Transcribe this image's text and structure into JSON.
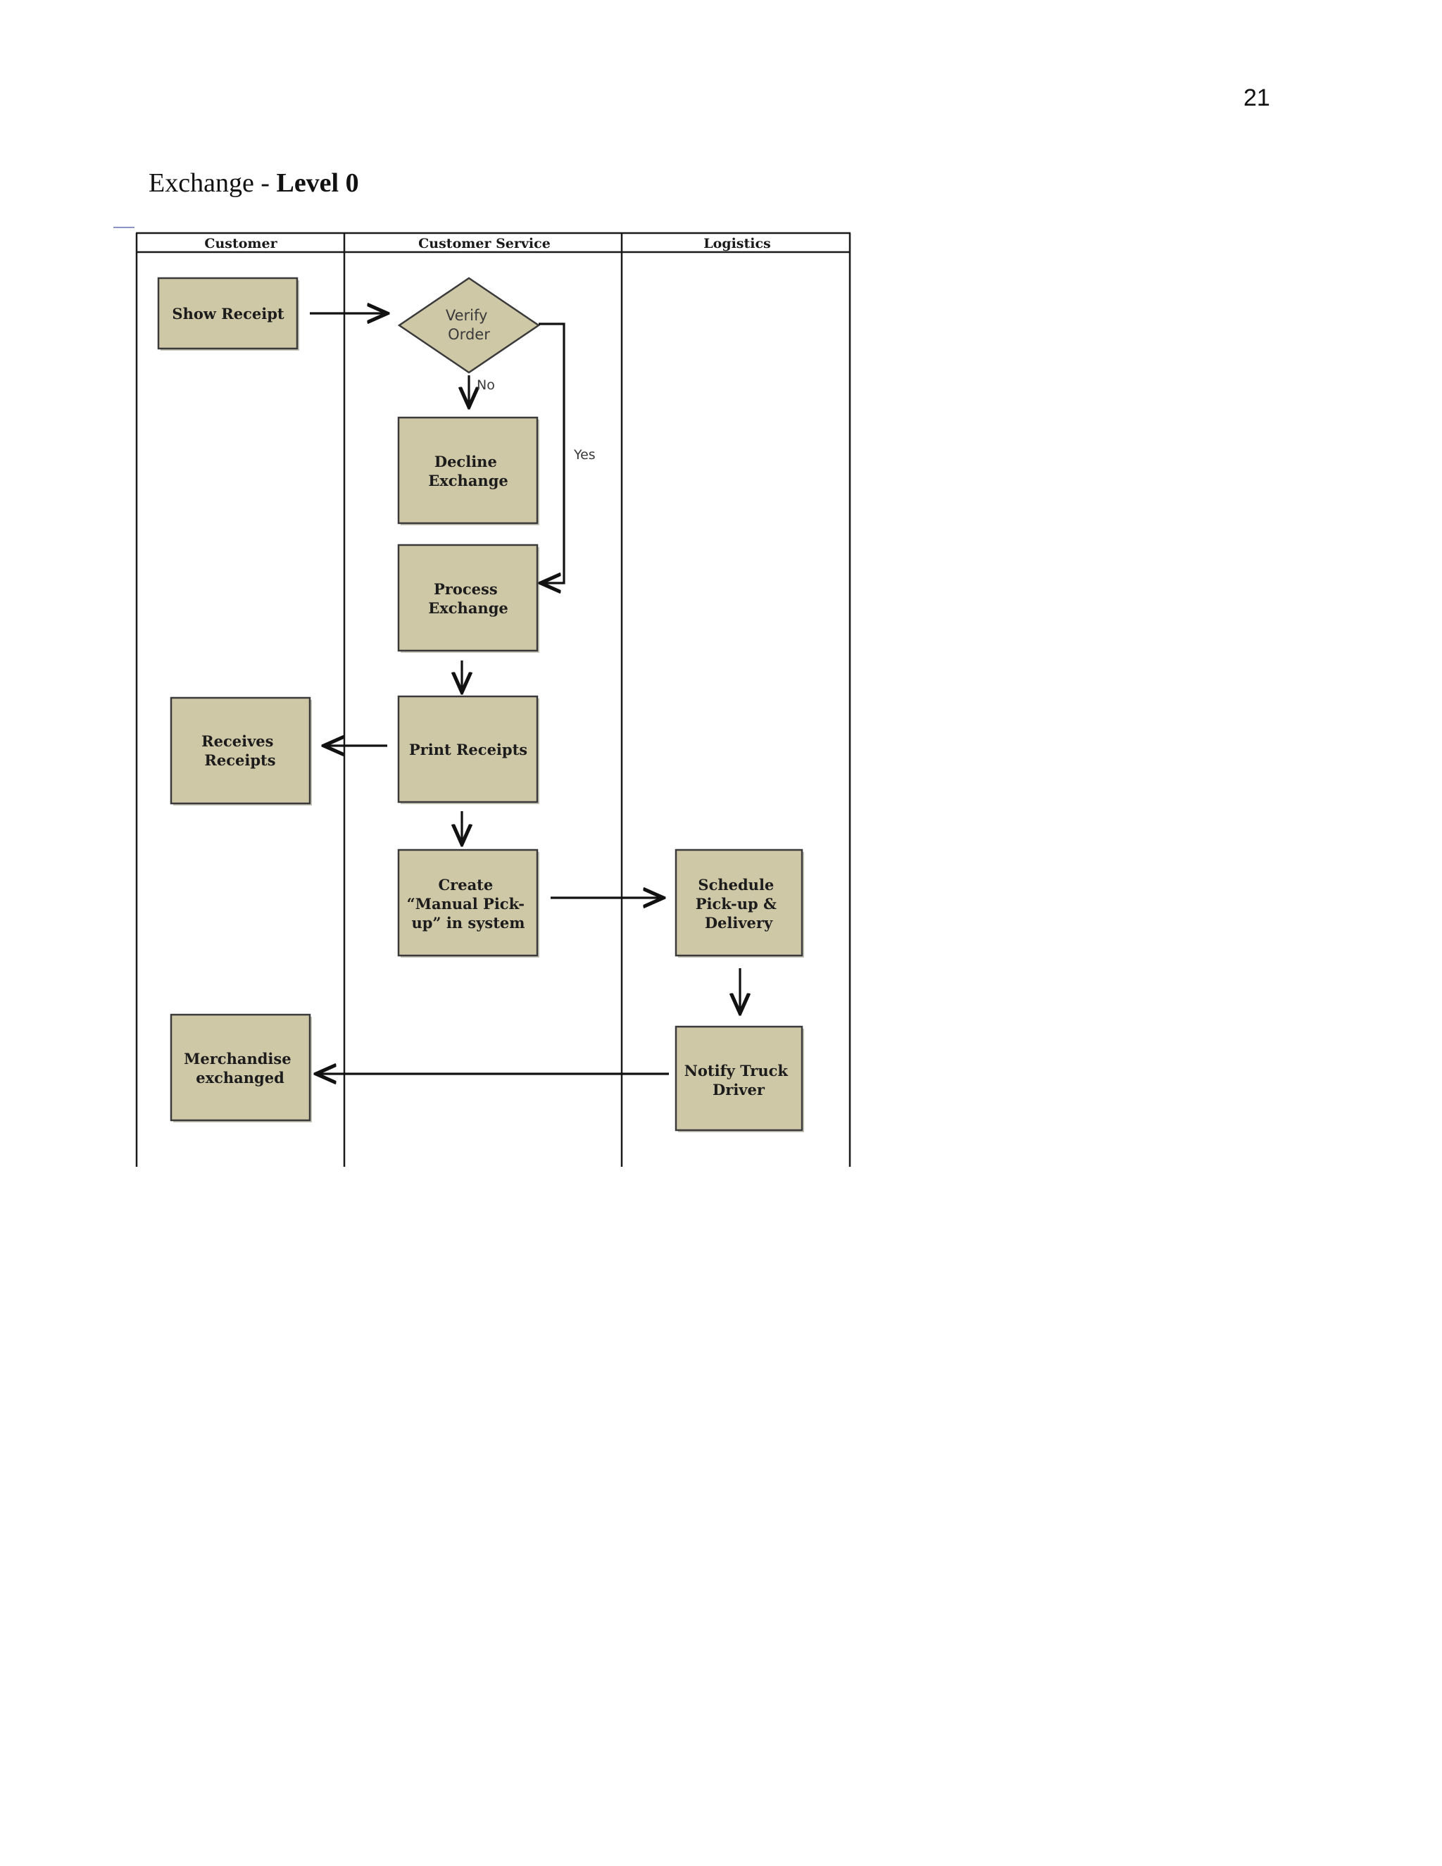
{
  "page": {
    "number": "21",
    "heading_prefix": "Exchange - ",
    "heading_bold": "Level 0"
  },
  "diagram": {
    "lanes": [
      {
        "id": "customer",
        "label": "Customer"
      },
      {
        "id": "customer-service",
        "label": "Customer Service"
      },
      {
        "id": "logistics",
        "label": "Logistics"
      }
    ],
    "nodes": {
      "show_receipt": {
        "lines": [
          "Show Receipt"
        ]
      },
      "verify_order": {
        "lines": [
          "Verify",
          "Order"
        ]
      },
      "decline_exchange": {
        "lines": [
          "Decline",
          "Exchange"
        ]
      },
      "process_exchange": {
        "lines": [
          "Process",
          "Exchange"
        ]
      },
      "print_receipts": {
        "lines": [
          "Print Receipts"
        ]
      },
      "receives_receipts": {
        "lines": [
          "Receives",
          "Receipts"
        ]
      },
      "create_manual_pickup": {
        "lines": [
          "Create",
          "“Manual Pick-",
          "up” in system"
        ]
      },
      "schedule_pickup": {
        "lines": [
          "Schedule",
          "Pick-up &",
          "Delivery"
        ]
      },
      "notify_truck_driver": {
        "lines": [
          "Notify Truck",
          "Driver"
        ]
      },
      "merchandise_exchanged": {
        "lines": [
          "Merchandise",
          "exchanged"
        ]
      }
    },
    "edge_labels": {
      "no": "No",
      "yes": "Yes"
    }
  }
}
